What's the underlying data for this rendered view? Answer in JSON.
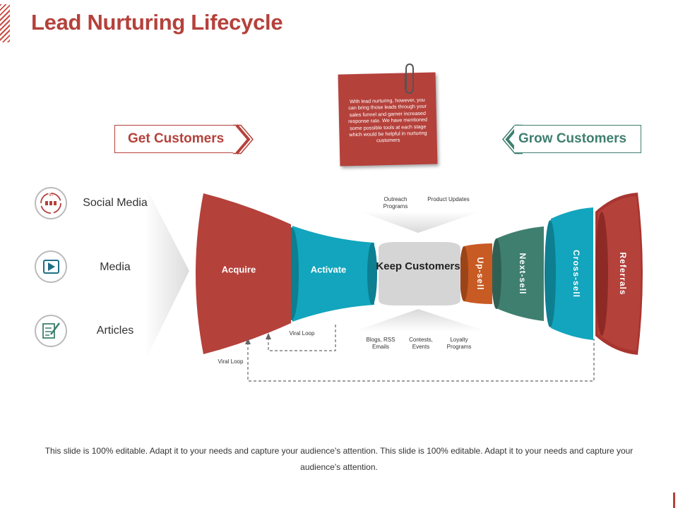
{
  "title": "Lead Nurturing Lifecycle",
  "left_tag": "Get Customers",
  "right_tag": "Grow Customers",
  "note": "With lead nurturing, however, you can bring those leads through your sales funnel and garner increased response rate. We have mentioned some possible tools at each stage which would be helpful in nurturing customers",
  "sources": [
    {
      "label": "Social Media",
      "icon": "social-media-icon"
    },
    {
      "label": "Media",
      "icon": "play-icon"
    },
    {
      "label": "Articles",
      "icon": "articles-icon"
    }
  ],
  "stages": {
    "acquire": "Acquire",
    "activate": "Activate",
    "keep": "Keep Customers",
    "upsell": "Up-sell",
    "nextsell": "Next-sell",
    "crosssell": "Cross-sell",
    "referrals": "Referrals"
  },
  "top_tools": [
    "Outreach Programs",
    "Product Updates"
  ],
  "bottom_tools": [
    "Blogs, RSS Emails",
    "Contests, Events",
    "Loyalty Programs"
  ],
  "viral_loop_inner": "Viral Loop",
  "viral_loop_outer": "Viral Loop",
  "footer": "This slide is 100% editable. Adapt it to your needs and capture your audience's attention. This slide is 100% editable. Adapt it to your needs and capture your audience's attention.",
  "colors": {
    "red": "#b5413b",
    "cyan": "#12a5bd",
    "green": "#3f7f6f",
    "orange": "#c85a23",
    "gray": "#d5d5d5"
  }
}
